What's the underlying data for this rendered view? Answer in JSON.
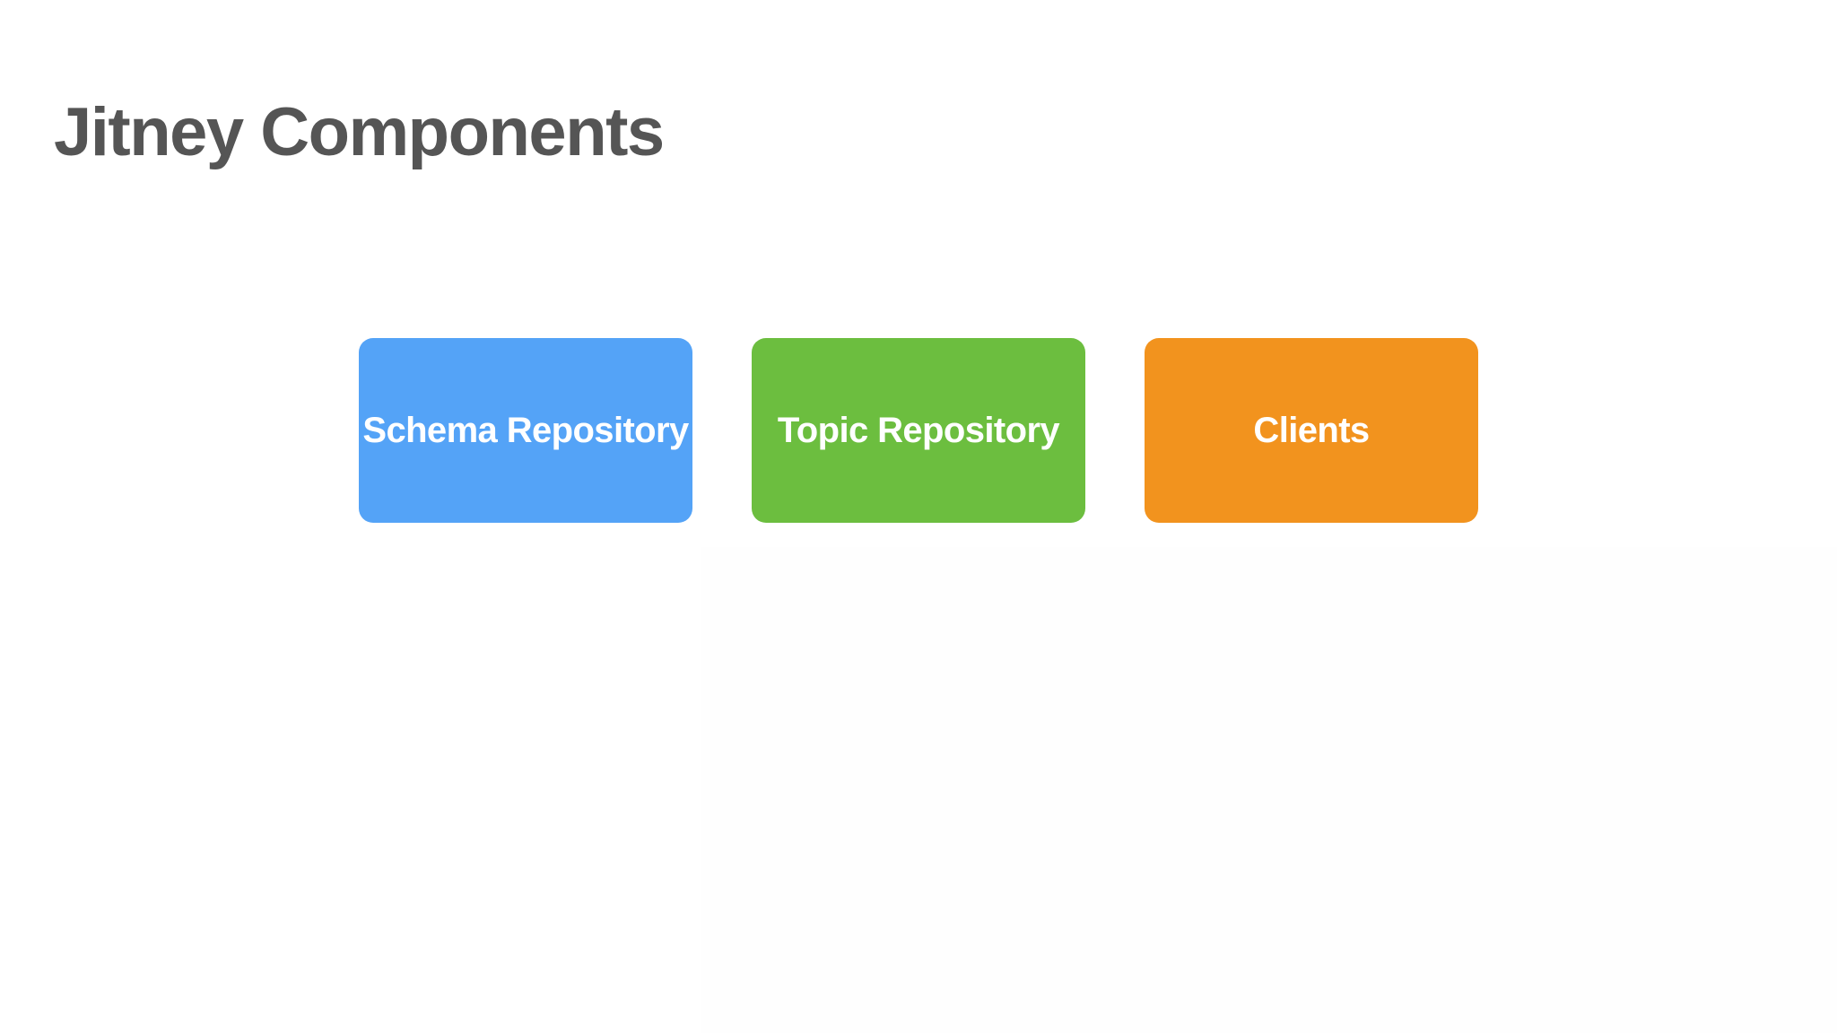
{
  "slide": {
    "title": "Jitney Components",
    "background_color": "#ffffff",
    "title_color": "#555555"
  },
  "components": [
    {
      "label": "Schema Repository",
      "color": "#54a3f7",
      "text_color": "#ffffff",
      "name": "schema-repository"
    },
    {
      "label": "Topic Repository",
      "color": "#6cbe3f",
      "text_color": "#ffffff",
      "name": "topic-repository"
    },
    {
      "label": "Clients",
      "color": "#f2931e",
      "text_color": "#ffffff",
      "name": "clients"
    }
  ]
}
